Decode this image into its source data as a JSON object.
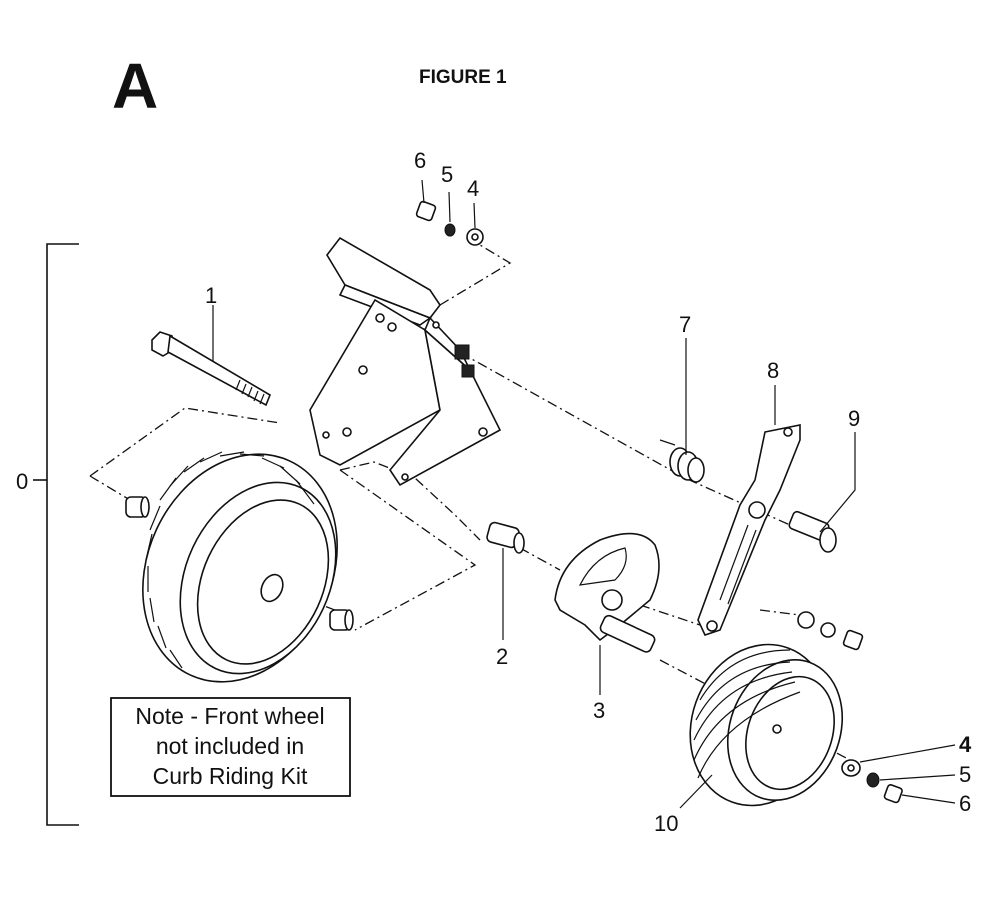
{
  "section_letter": "A",
  "figure_title": "FIGURE 1",
  "bracket_label": "0",
  "note_lines": [
    "Note - Front wheel",
    "not included in",
    "Curb Riding Kit"
  ],
  "callouts": {
    "c1": "1",
    "c2": "2",
    "c3": "3",
    "c4_top": "4",
    "c5_top": "5",
    "c6_top": "6",
    "c7": "7",
    "c8": "8",
    "c9": "9",
    "c10": "10",
    "c4_bottom": "4",
    "c5_bottom": "5",
    "c6_bottom": "6"
  }
}
